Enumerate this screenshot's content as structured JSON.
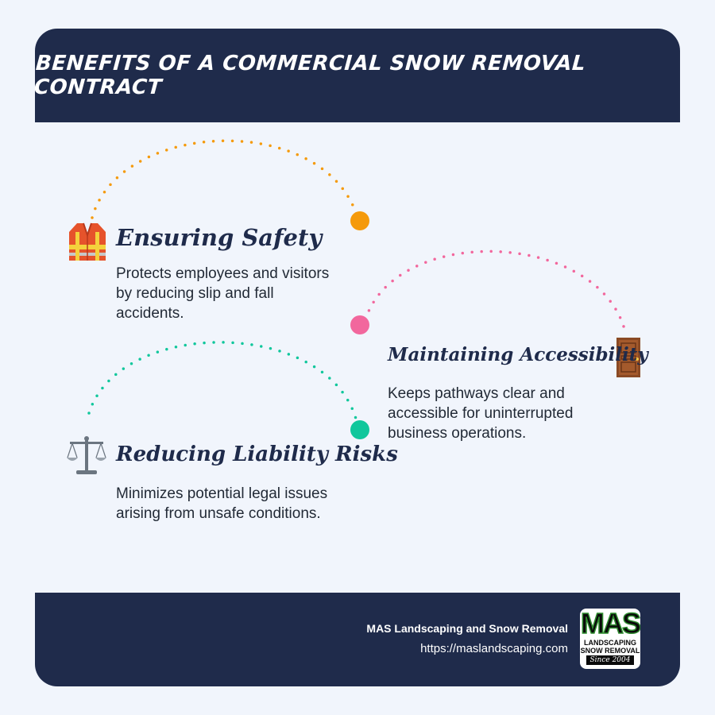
{
  "header": {
    "title": "BENEFITS OF A COMMERCIAL SNOW REMOVAL CONTRACT"
  },
  "benefits": [
    {
      "heading": "Ensuring Safety",
      "body": "Protects employees and visitors by reducing slip and fall accidents.",
      "icon": "safety-vest-icon",
      "dot_color": "#f59a0b"
    },
    {
      "heading": "Maintaining Accessibility",
      "body": "Keeps pathways clear and accessible for uninterrupted business operations.",
      "icon": "door-icon",
      "dot_color": "#f2679d"
    },
    {
      "heading": "Reducing Liability Risks",
      "body": "Minimizes potential legal issues arising from unsafe conditions.",
      "icon": "balance-scale-icon",
      "dot_color": "#10c79c"
    }
  ],
  "footer": {
    "company": "MAS Landscaping and Snow Removal",
    "url": "https://maslandscaping.com",
    "logo": {
      "main": "MAS",
      "line1": "LANDSCAPING",
      "line2": "SNOW REMOVAL",
      "since": "Since 2004"
    }
  },
  "colors": {
    "navy": "#1f2b4b",
    "background": "#f1f5fc",
    "orange": "#f59a0b",
    "pink": "#f2679d",
    "teal": "#10c79c"
  }
}
